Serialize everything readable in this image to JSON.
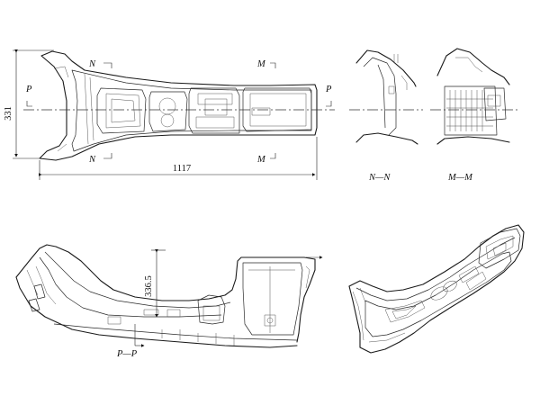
{
  "labels": {
    "section_n_top": "N",
    "section_n_bottom": "N",
    "section_m_top": "M",
    "section_m_bottom": "M",
    "section_p_left": "P",
    "section_p_right": "P",
    "caption_nn": "N—N",
    "caption_mm": "M—M",
    "caption_pp": "P—P"
  },
  "dimensions": {
    "length": "1117",
    "width": "331",
    "height": "336.5"
  }
}
